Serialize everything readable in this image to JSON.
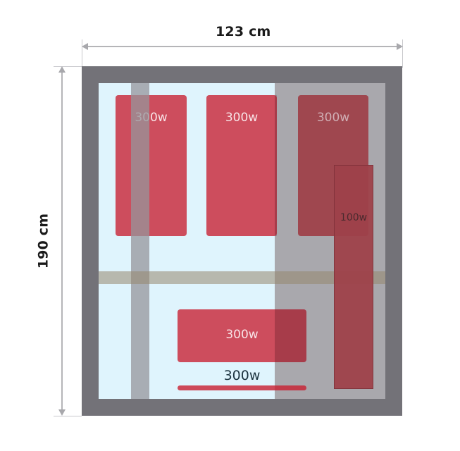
{
  "dimensions": {
    "width_label": "123 cm",
    "height_label": "190 cm"
  },
  "colors": {
    "frame": "#737278",
    "inner_glass": "#dff4fd",
    "grey_zone": "#a9a8ad",
    "heater_red": "#c81e30",
    "strip_red": "#9e414a",
    "dimension_line": "#b5b5b8"
  },
  "heaters": [
    {
      "id": "panel-top-left",
      "label": "300w",
      "watts": 300
    },
    {
      "id": "panel-top-center",
      "label": "300w",
      "watts": 300
    },
    {
      "id": "panel-top-right",
      "label": "300w",
      "watts": 300
    },
    {
      "id": "strip-right",
      "label": "100w",
      "watts": 100
    },
    {
      "id": "panel-bottom",
      "label": "300w",
      "watts": 300
    },
    {
      "id": "floor-heater",
      "label": "300w",
      "watts": 300
    }
  ]
}
